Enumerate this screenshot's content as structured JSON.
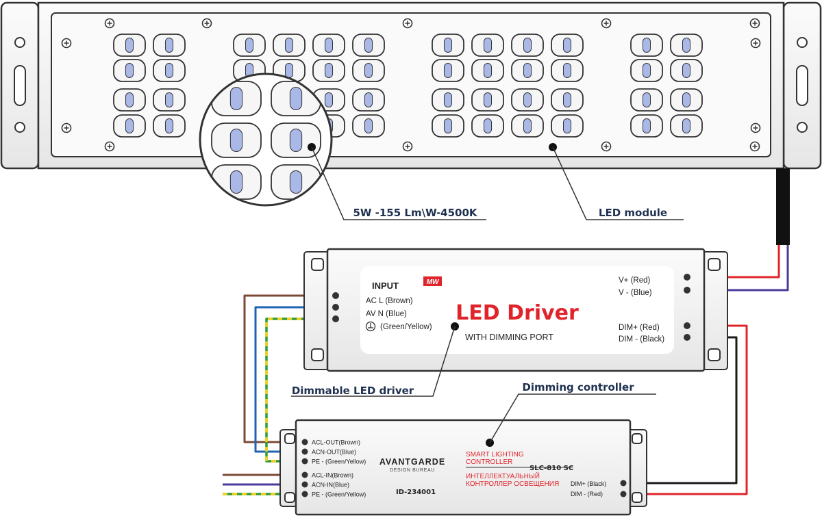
{
  "led_module": {
    "callout_spec": "5W -155 Lm\\W-4500K",
    "callout_label": "LED module"
  },
  "driver": {
    "brand_badge": "MW",
    "input_title": "INPUT",
    "pin_acl": "AC L (Brown)",
    "pin_avn": "AV N (Blue)",
    "pin_pe": "(Green/Yellow)",
    "title": "LED Driver",
    "subtitle": "WITH DIMMING PORT",
    "out_vplus": "V+ (Red)",
    "out_vminus": "V - (Blue)",
    "out_dimplus": "DIM+ (Red)",
    "out_dimminus": "DIM - (Black)",
    "callout_label": "Dimmable LED driver"
  },
  "controller": {
    "callout_label": "Dimming controller",
    "pin_acl_out": "ACL-OUT(Brown)",
    "pin_acn_out": "ACN-OUT(Blue)",
    "pin_pe_out": "PE - (Green/Yellow)",
    "pin_acl_in": "ACL-IN(Brown)",
    "pin_acn_in": "ACN-IN(Blue)",
    "pin_pe_in": "PE - (Green/Yellow)",
    "brand": "AVANTGARDE",
    "brand_sub": "DESIGN BUREAU",
    "id": "ID-234001",
    "smart_line1": "SMART LIGHTING",
    "smart_line2": "CONTROLLER",
    "model": "SLC-810 SC",
    "ru_line1": "ИНТЕЛЛЕКТУАЛЬНЫЙ",
    "ru_line2": "КОНТРОЛЛЕР ОСВЕЩЕНИЯ",
    "pin_dim_plus": "DIM+ (Black)",
    "pin_dim_minus": "DIM - (Red)"
  },
  "colors": {
    "wire_red": "#e0242b",
    "wire_blue": "#1f63b3",
    "wire_violet": "#4a3a9a",
    "wire_brown": "#7b4a35",
    "wire_black": "#1a1a1a",
    "wire_green": "#2e9c3e",
    "wire_yellow": "#f2d21a",
    "accent_red": "#e0242b",
    "label_navy": "#1f3150",
    "led_blue": "#aab8e8"
  }
}
